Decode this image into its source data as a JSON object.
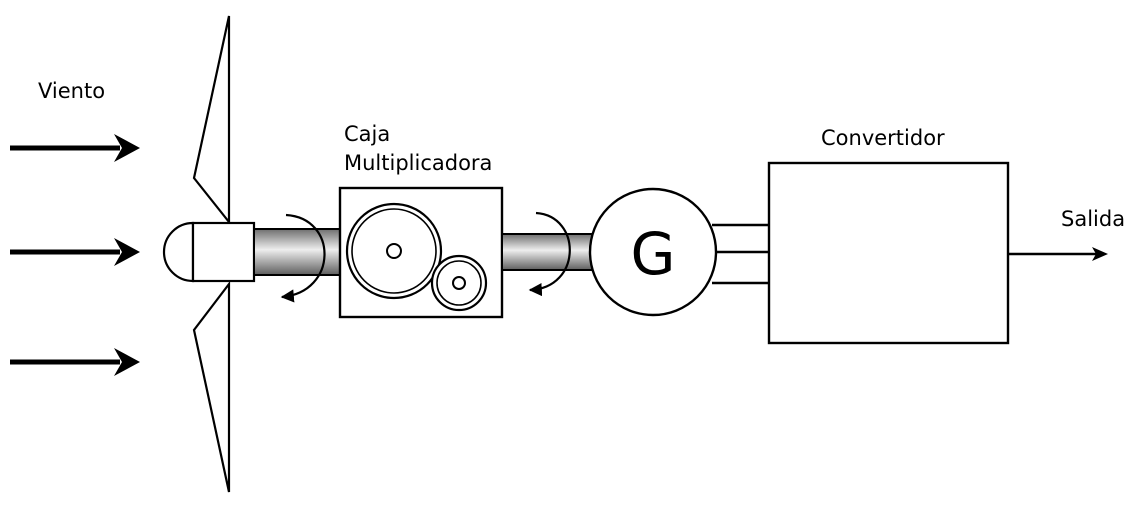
{
  "labels": {
    "wind": "Viento",
    "gearbox_line1": "Caja",
    "gearbox_line2": "Multiplicadora",
    "converter": "Convertidor",
    "output": "Salida",
    "generator": "G"
  },
  "colors": {
    "stroke": "#000000",
    "background": "#ffffff",
    "shaft_light": "#eeeeee",
    "shaft_dark": "#6e6e6e"
  }
}
